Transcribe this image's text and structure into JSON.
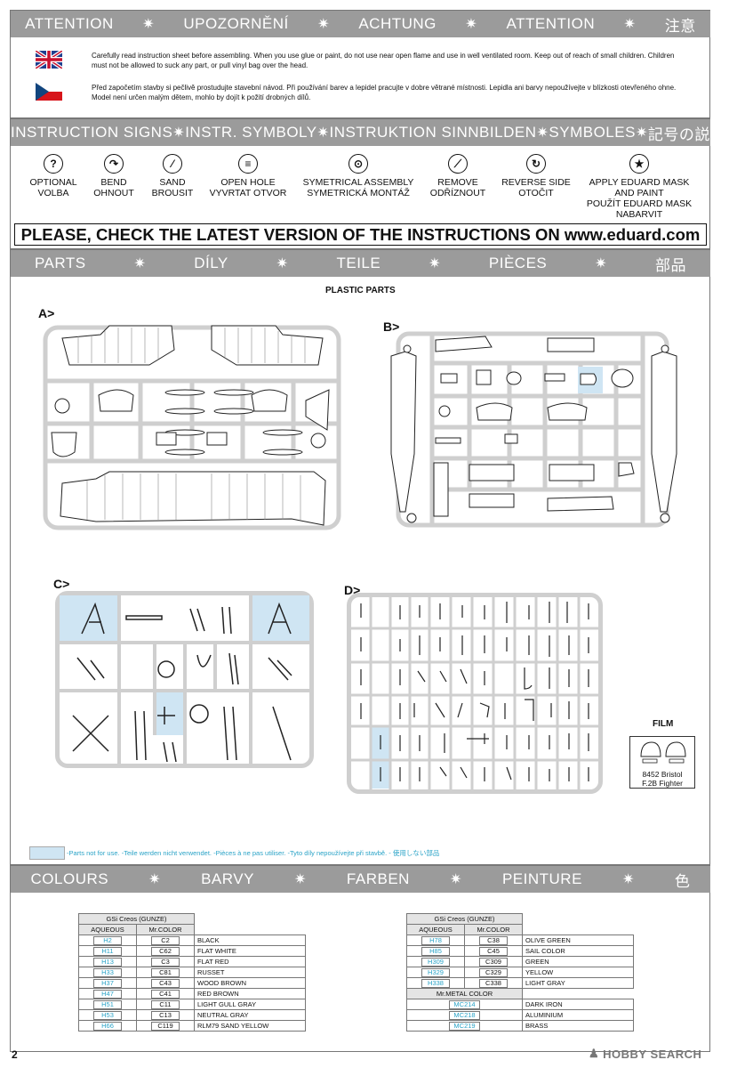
{
  "attention_bar": [
    "ATTENTION",
    "UPOZORNĚNÍ",
    "ACHTUNG",
    "ATTENTION",
    "注意"
  ],
  "warnings": {
    "en": "Carefully read instruction sheet before assembling. When you use glue or paint, do not use near open flame and use in well ventilated room. Keep out of reach of small children. Children must not be allowed to suck any part, or pull vinyl bag over the head.",
    "cz": "Před započetím stavby si pečlivě prostudujte stavební návod. Při používání barev a lepidel pracujte v dobre větrané místnosti. Lepidla ani barvy nepoužívejte v blízkosti otevřeného ohne. Model není určen malým dětem, mohlo by dojít k požití drobných dílů."
  },
  "signs_bar": [
    "INSTRUCTION SIGNS",
    "INSTR. SYMBOLY",
    "INSTRUKTION SINNBILDEN",
    "SYMBOLES",
    "記号の説明"
  ],
  "signs": [
    {
      "icon": "question-icon",
      "glyph": "?",
      "label": "OPTIONAL\nVOLBA"
    },
    {
      "icon": "bend-icon",
      "glyph": "↷",
      "label": "BEND\nOHNOUT"
    },
    {
      "icon": "sand-icon",
      "glyph": "⁄",
      "label": "SAND\nBROUSIT"
    },
    {
      "icon": "drill-icon",
      "glyph": "≡",
      "label": "OPEN HOLE\nVYVRTAT OTVOR"
    },
    {
      "icon": "symmetry-icon",
      "glyph": "⊙",
      "label": "SYMETRICAL ASSEMBLY\nSYMETRICKÁ MONTÁŽ"
    },
    {
      "icon": "remove-icon",
      "glyph": "⟋",
      "label": "REMOVE\nODŘÍZNOUT"
    },
    {
      "icon": "reverse-icon",
      "glyph": "↻",
      "label": "REVERSE SIDE\nOTOČIT"
    },
    {
      "icon": "mask-icon",
      "glyph": "★",
      "label": "APPLY EDUARD MASK\nAND PAINT\nPOUŽÍT EDUARD MASK\nNABARVIT"
    }
  ],
  "check_latest": "PLEASE, CHECK THE LATEST VERSION OF THE INSTRUCTIONS ON www.eduard.com",
  "parts_bar": [
    "PARTS",
    "DÍLY",
    "TEILE",
    "PIÈCES",
    "部品"
  ],
  "plastic_parts_title": "PLASTIC PARTS",
  "sprue_labels": {
    "a": "A>",
    "b": "B>",
    "c": "C>",
    "d": "D>"
  },
  "film": {
    "title": "FILM",
    "line1": "8452  Bristol",
    "line2": "F.2B Fighter"
  },
  "not_for_use": "-Parts not for use. -Teile werden nicht verwendet. -Pièces à ne pas utiliser. -Tyto díly nepoužívejte při stavbě. -  使用しない部品",
  "colours_bar": [
    "COLOURS",
    "BARVY",
    "FARBEN",
    "PEINTURE",
    "色"
  ],
  "colors": {
    "brand": "GSi Creos (GUNZE)",
    "aqueous": "AQUEOUS",
    "mrcolor": "Mr.COLOR",
    "metal": "Mr.METAL COLOR",
    "left": [
      {
        "aq": "H2",
        "mr": "C2",
        "name": "BLACK"
      },
      {
        "aq": "H11",
        "mr": "C62",
        "name": "FLAT WHITE"
      },
      {
        "aq": "H13",
        "mr": "C3",
        "name": "FLAT RED"
      },
      {
        "aq": "H33",
        "mr": "C81",
        "name": "RUSSET"
      },
      {
        "aq": "H37",
        "mr": "C43",
        "name": "WOOD BROWN"
      },
      {
        "aq": "H47",
        "mr": "C41",
        "name": "RED BROWN"
      },
      {
        "aq": "H51",
        "mr": "C11",
        "name": "LIGHT GULL GRAY"
      },
      {
        "aq": "H53",
        "mr": "C13",
        "name": "NEUTRAL GRAY"
      },
      {
        "aq": "H66",
        "mr": "C119",
        "name": "RLM79 SAND YELLOW"
      }
    ],
    "right": [
      {
        "aq": "H78",
        "mr": "C38",
        "name": "OLIVE GREEN"
      },
      {
        "aq": "H85",
        "mr": "C45",
        "name": "SAIL COLOR"
      },
      {
        "aq": "H309",
        "mr": "C309",
        "name": "GREEN"
      },
      {
        "aq": "H329",
        "mr": "C329",
        "name": "YELLOW"
      },
      {
        "aq": "H338",
        "mr": "C338",
        "name": "LIGHT GRAY"
      }
    ],
    "metal_rows": [
      {
        "code": "MC214",
        "name": "DARK IRON"
      },
      {
        "code": "MC218",
        "name": "ALUMINIUM"
      },
      {
        "code": "MC219",
        "name": "BRASS"
      }
    ]
  },
  "page_number": "2",
  "watermark": "HOBBY SEARCH"
}
